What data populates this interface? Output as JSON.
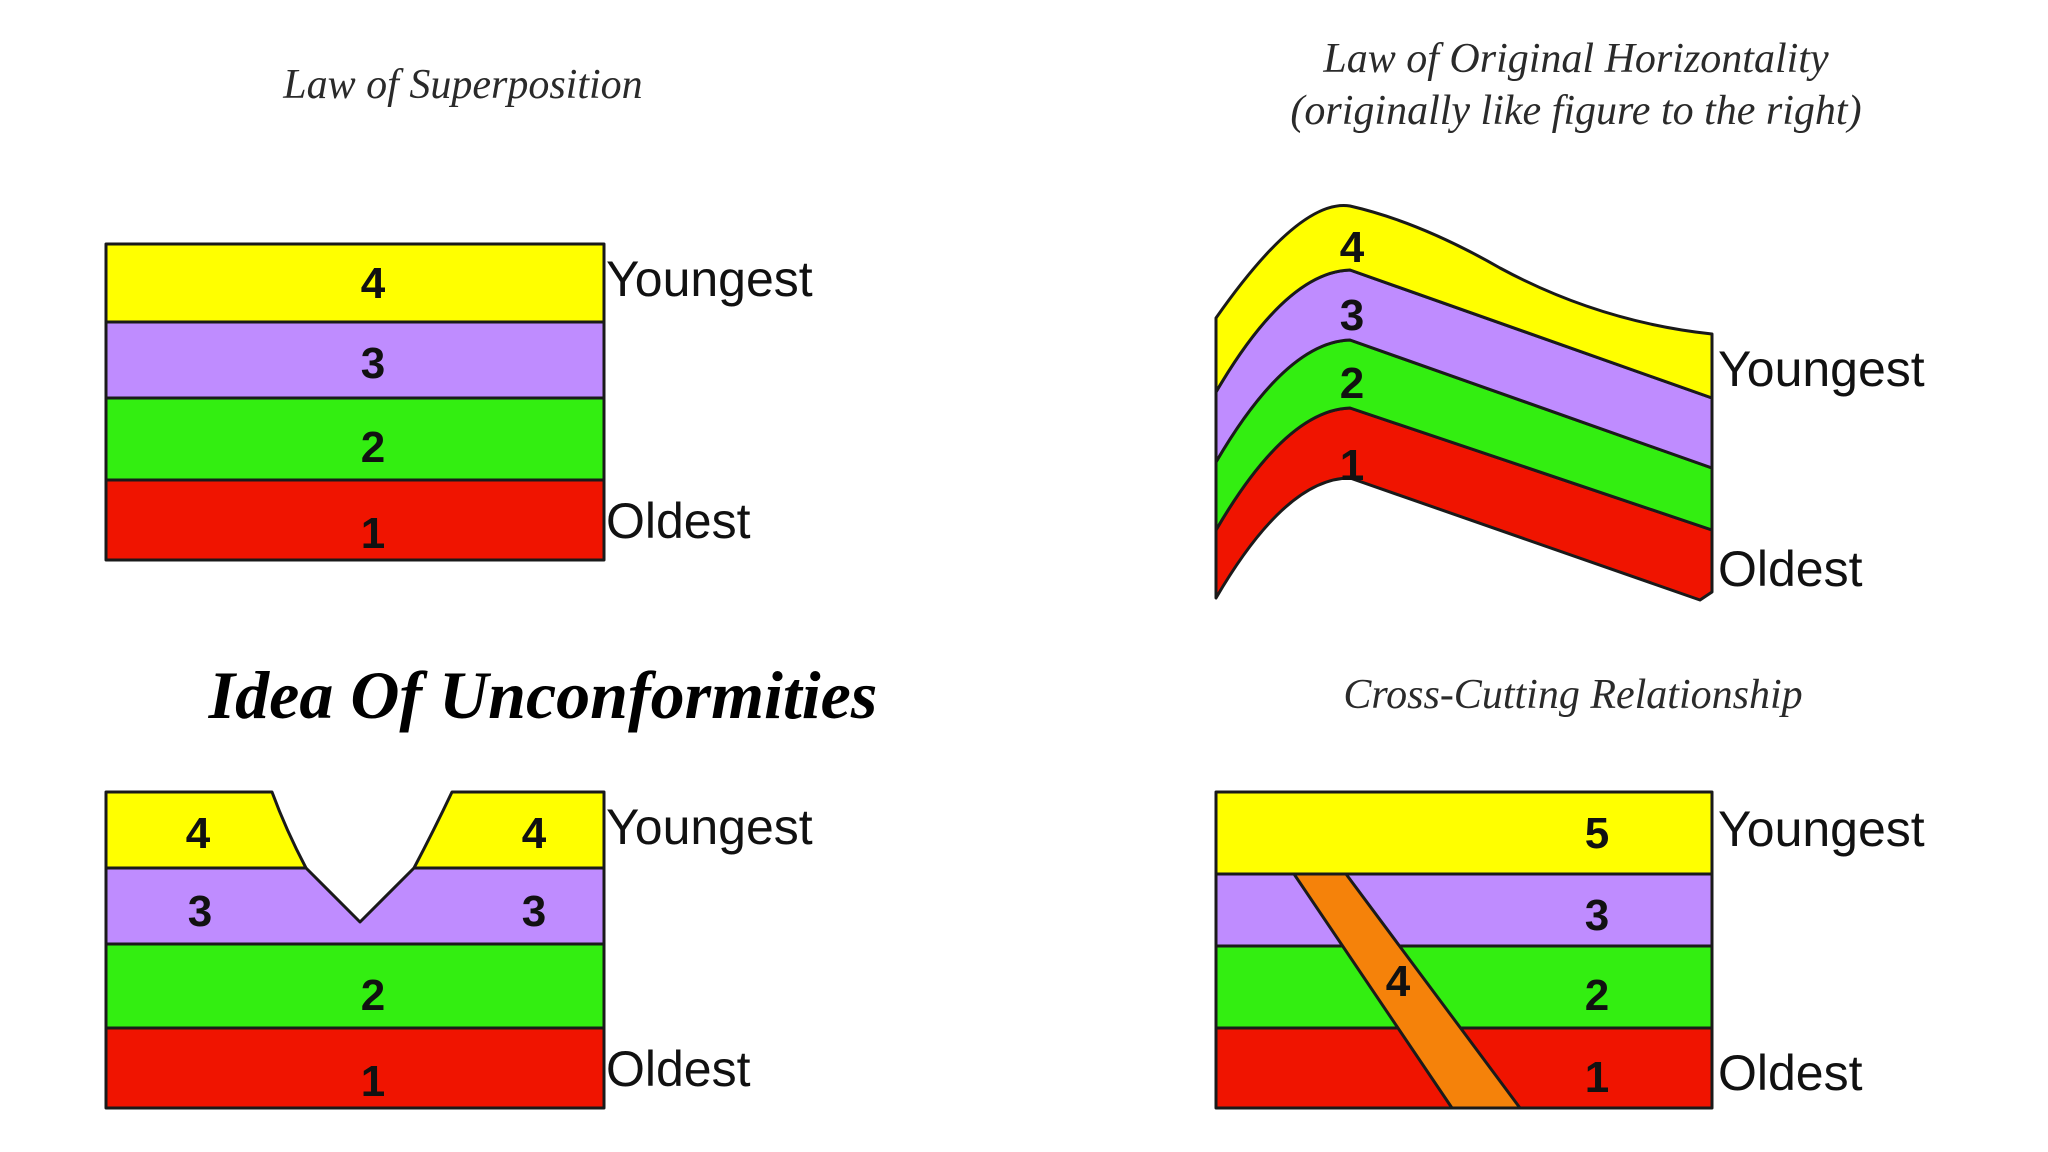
{
  "colors": {
    "layer1": "#f01400",
    "layer2": "#33ee11",
    "layer3": "#bf8cff",
    "layer4": "#ffff00",
    "layer5": "#ffff00",
    "intrusion": "#f5820a",
    "outline": "#1a1a1a",
    "background": "#ffffff"
  },
  "superposition": {
    "title": "Law of Superposition",
    "youngest_label": "Youngest",
    "oldest_label": "Oldest",
    "layers": [
      "4",
      "3",
      "2",
      "1"
    ]
  },
  "horizontality": {
    "title_line1": "Law of Original Horizontality",
    "title_line2": "(originally like figure to the right)",
    "youngest_label": "Youngest",
    "oldest_label": "Oldest",
    "layers": [
      "4",
      "3",
      "2",
      "1"
    ]
  },
  "unconformities": {
    "title": "Idea Of Unconformities",
    "youngest_label": "Youngest",
    "oldest_label": "Oldest",
    "layer4_left": "4",
    "layer4_right": "4",
    "layer3_left": "3",
    "layer3_right": "3",
    "layer2": "2",
    "layer1": "1"
  },
  "crosscutting": {
    "title": "Cross-Cutting Relationship",
    "youngest_label": "Youngest",
    "oldest_label": "Oldest",
    "layers": [
      "5",
      "3",
      "2",
      "1"
    ],
    "intrusion_label": "4"
  }
}
